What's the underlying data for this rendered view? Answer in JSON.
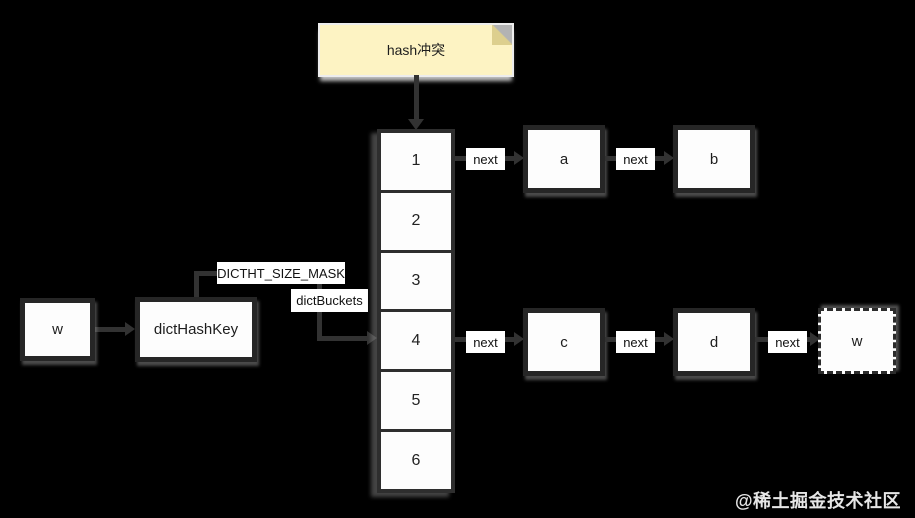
{
  "note": {
    "label": "hash冲突"
  },
  "bucket_array": {
    "cells": [
      "1",
      "2",
      "3",
      "4",
      "5",
      "6"
    ]
  },
  "left_flow": {
    "key_node": "w",
    "hash_node": "dictHashKey",
    "mask_label": "DICTHT_SIZE_MASK",
    "buckets_label": "dictBuckets"
  },
  "chains": {
    "row1": {
      "nodes": [
        "a",
        "b"
      ],
      "edge_labels": [
        "next",
        "next"
      ]
    },
    "row2": {
      "nodes": [
        "c",
        "d",
        "w"
      ],
      "edge_labels": [
        "next",
        "next",
        "next"
      ]
    }
  },
  "watermark": "@稀土掘金技术社区",
  "colors": {
    "background": "#000000",
    "node_fill": "#fdfdfd",
    "node_border": "#262626",
    "connector": "#323232",
    "note_fill": "#fdf3c3",
    "note_fold": "#ddcf8e",
    "label_bg": "#ffffff"
  }
}
